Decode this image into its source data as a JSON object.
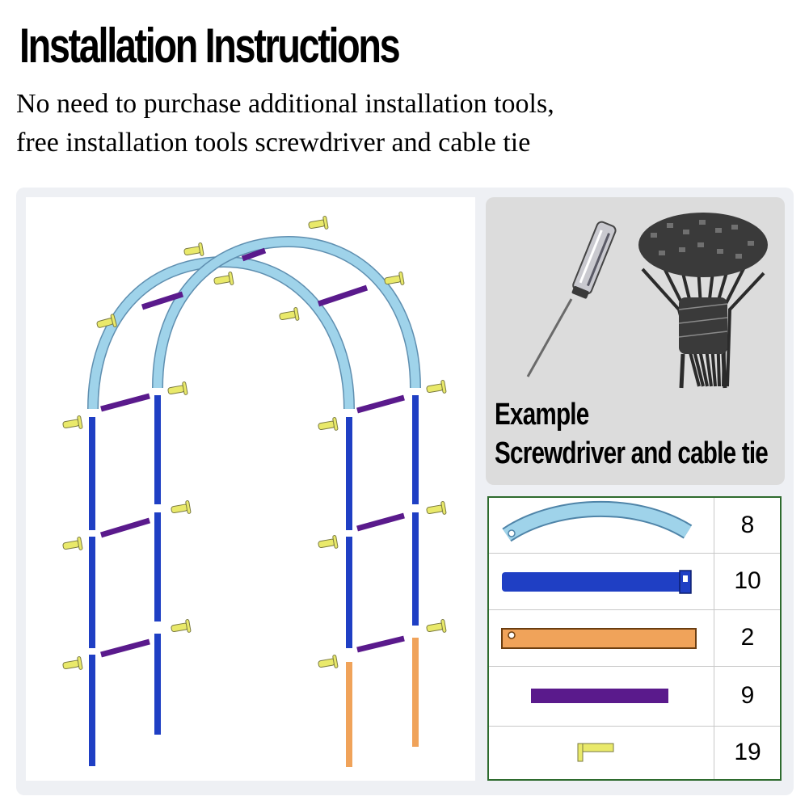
{
  "header": {
    "title": "Installation Instructions",
    "subtitle_line1": "No need to purchase additional installation tools,",
    "subtitle_line2": "free installation tools screwdriver and cable tie"
  },
  "tools": {
    "caption_line1": "Example",
    "caption_line2": "Screwdriver and cable tie",
    "items": [
      "screwdriver-icon",
      "cable-tie-bundle-icon"
    ]
  },
  "parts": [
    {
      "part": "curved-arch-tube",
      "color": "#9fd3ea",
      "quantity": "8"
    },
    {
      "part": "blue-straight-tube",
      "color": "#1f3fc4",
      "quantity": "10"
    },
    {
      "part": "orange-base-stake",
      "color": "#f0a35a",
      "quantity": "2"
    },
    {
      "part": "purple-cross-bar",
      "color": "#5a1a8c",
      "quantity": "9"
    },
    {
      "part": "yellow-screw",
      "color": "#e9e96a",
      "quantity": "19"
    }
  ],
  "colors": {
    "arch": "#9fd3ea",
    "tube": "#1f3fc4",
    "base": "#f0a35a",
    "bar": "#5a1a8c",
    "screw": "#e9e96a",
    "table_border": "#2e6b2e"
  }
}
